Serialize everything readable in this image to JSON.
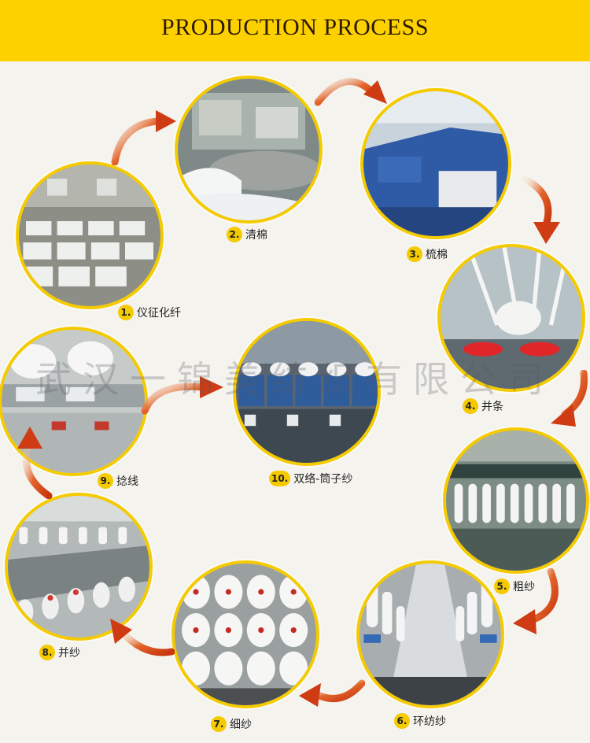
{
  "banner": {
    "title": "PRODUCTION PROCESS",
    "color": "#fdd100"
  },
  "watermark": "武汉一锦美纺织有限公司",
  "steps": [
    {
      "num": "1.",
      "label": "仪征化纤",
      "photo": "cotton-bale-warehouse"
    },
    {
      "num": "2.",
      "label": "清棉",
      "photo": "blowing-room-machine"
    },
    {
      "num": "3.",
      "label": "梳棉",
      "photo": "carding-machine"
    },
    {
      "num": "4.",
      "label": "并条",
      "photo": "drawing-frame"
    },
    {
      "num": "5.",
      "label": "粗纱",
      "photo": "roving-frame"
    },
    {
      "num": "6.",
      "label": "环纺纱",
      "photo": "ring-spinning-frame"
    },
    {
      "num": "7.",
      "label": "细纱",
      "photo": "yarn-cones"
    },
    {
      "num": "8.",
      "label": "并纱",
      "photo": "doubling-machine"
    },
    {
      "num": "9.",
      "label": "捻线",
      "photo": "twisting-machine"
    },
    {
      "num": "10.",
      "label": "双络-筒子纱",
      "photo": "winding-machine"
    }
  ],
  "colors": {
    "accent": "#f5cb00",
    "arrow": "#d94f1a",
    "background": "#f4f3ee"
  },
  "icons": {
    "arrow": "curved-arrow-icon"
  }
}
